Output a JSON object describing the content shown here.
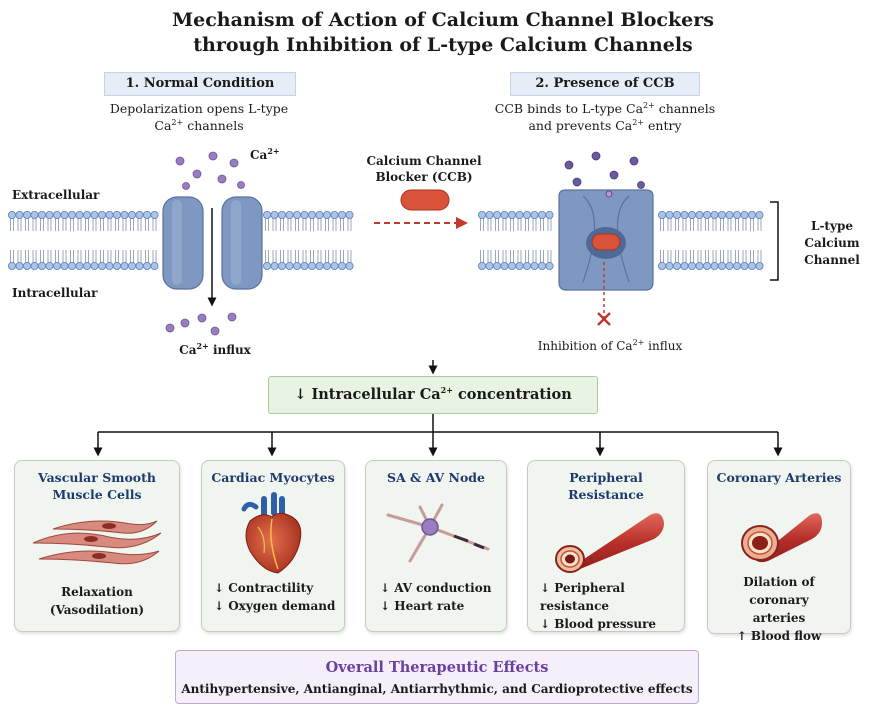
{
  "title": {
    "line1": "Mechanism of Action of Calcium Channel Blockers",
    "line2": "through Inhibition of L-type Calcium Channels"
  },
  "normal": {
    "label": "1. Normal Condition",
    "desc_line1": "Depolarization opens L-type",
    "desc_line2_sym": "Ca",
    "desc_line2_sup": "2+",
    "desc_line2_rest": " channels",
    "ion_label": "Ca",
    "ion_sup": "2+",
    "influx_sym": "Ca",
    "influx_sup": "2+",
    "influx_rest": " influx"
  },
  "membrane": {
    "extracellular": "Extracellular",
    "intracellular": "Intracellular"
  },
  "ccb": {
    "label_line1": "Calcium Channel",
    "label_line2": "Blocker (CCB)"
  },
  "presence": {
    "label": "2. Presence of CCB",
    "desc_line1_a": "CCB binds to L-type Ca",
    "desc_line1_sup": "2+",
    "desc_line1_b": " channels",
    "desc_line2_a": "and prevents Ca",
    "desc_line2_sup": "2+",
    "desc_line2_b": " entry",
    "inhibit_a": "Inhibition of Ca",
    "inhibit_sup": "2+",
    "inhibit_b": " influx"
  },
  "ltype": {
    "line1": "L-type",
    "line2": "Calcium",
    "line3": "Channel"
  },
  "concentration": {
    "arrow": "↓",
    "text_a": "Intracellular Ca",
    "sup": "2+",
    "text_b": " concentration"
  },
  "cards": [
    {
      "title_line1": "Vascular Smooth",
      "title_line2": "Muscle Cells",
      "effect_line1": "Relaxation",
      "effect_line2": "(Vasodilation)",
      "icon": "smooth-muscle-cells-icon"
    },
    {
      "title_line1": "Cardiac Myocytes",
      "title_line2": "",
      "effect_line1": "↓ Contractility",
      "effect_line2": "↓ Oxygen demand",
      "icon": "heart-icon"
    },
    {
      "title_line1": "SA & AV Node",
      "title_line2": "",
      "effect_line1": "↓ AV conduction",
      "effect_line2": "↓ Heart rate",
      "icon": "neuron-node-icon"
    },
    {
      "title_line1": "Peripheral",
      "title_line2": "Resistance",
      "effect_line1": "↓ Peripheral resistance",
      "effect_line2": "↓ Blood pressure",
      "icon": "blood-vessel-icon"
    },
    {
      "title_line1": "Coronary Arteries",
      "title_line2": "",
      "effect_line1": "Dilation of coronary",
      "effect_line2": "arteries",
      "effect_line3": "↑ Blood flow",
      "icon": "coronary-artery-icon"
    }
  ],
  "overall": {
    "title": "Overall Therapeutic Effects",
    "text": "Antihypertensive, Antianginal, Antiarrhythmic, and Cardioprotective effects"
  },
  "colors": {
    "channel": "#7f98c2",
    "ion": "#9a7cc0",
    "ccb": "#d9533a",
    "arrow_red": "#c0392b",
    "card_title": "#1c3a6e",
    "overall_title": "#6b3fa0"
  }
}
